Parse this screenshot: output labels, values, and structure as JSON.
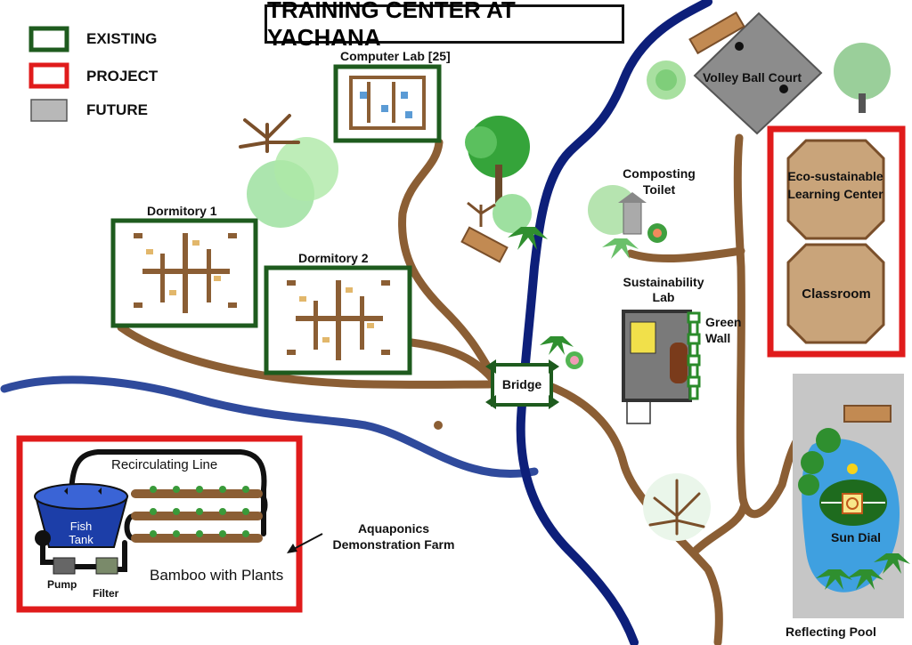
{
  "title": "TRAINING CENTER AT YACHANA",
  "legend": [
    {
      "label": "EXISTING",
      "color": "#1e5b1e"
    },
    {
      "label": "PROJECT",
      "color": "#e01b1b"
    },
    {
      "label": "FUTURE",
      "color": "#b8b8b8"
    }
  ],
  "buildings": {
    "computer_lab": "Computer Lab [25]",
    "dormitory_1": "Dormitory 1",
    "dormitory_2": "Dormitory 2",
    "volleyball": "Volley Ball Court",
    "composting": "Composting Toilet",
    "sustainability_lab": "Sustainability Lab",
    "green_wall": "Green Wall",
    "eco_center": "Eco-sustainable Learning Center",
    "classroom": "Classroom",
    "bridge": "Bridge",
    "sun_dial": "Sun Dial",
    "reflecting_pool": "Reflecting Pool"
  },
  "aquaponics": {
    "recirculating": "Recirculating Line",
    "fish_tank": "Fish Tank",
    "pump": "Pump",
    "filter": "Filter",
    "bamboo": "Bamboo with Plants",
    "farm_label": "Aquaponics Demonstration Farm"
  },
  "colors": {
    "existing": "#1e5b1e",
    "project": "#e01b1b",
    "future": "#b8b8b8",
    "path": "#8b5e34",
    "river": "#0d1f7a",
    "stream": "#2f4a9c",
    "octagon": "#c9a47a"
  }
}
